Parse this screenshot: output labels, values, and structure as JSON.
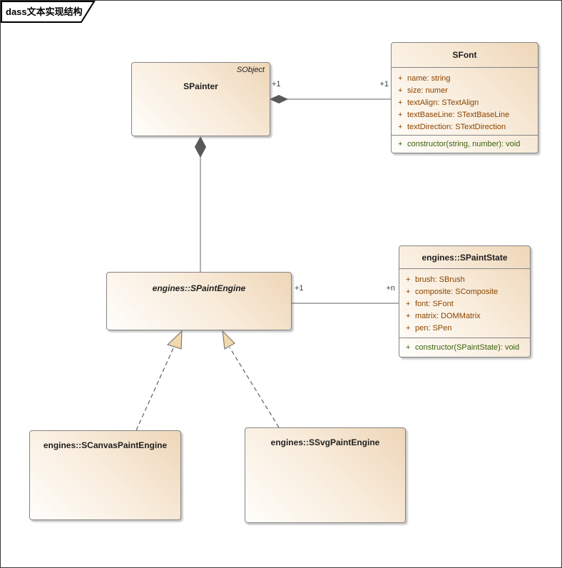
{
  "frame": {
    "tab_label": "dass文本实现结构"
  },
  "colors": {
    "box_border": "#848484",
    "title_text": "#1f1f1f",
    "attribute_text": "#8a4400",
    "operation_text": "#3a5f0b",
    "multiplicity_text": "#363c46",
    "line": "#7d7d7d",
    "line_dark": "#5f5f5f",
    "diamond": "#595959",
    "triangle_fill": "#f2d9ad"
  },
  "classes": {
    "spainter": {
      "name": "SPainter",
      "parent": "SObject"
    },
    "sfont": {
      "name": "SFont",
      "attributes": [
        {
          "vis": "+",
          "text": "name: string"
        },
        {
          "vis": "+",
          "text": "size: numer"
        },
        {
          "vis": "+",
          "text": "textAlign: STextAlign"
        },
        {
          "vis": "+",
          "text": "textBaseLine: STextBaseLine"
        },
        {
          "vis": "+",
          "text": "textDirection: STextDirection"
        }
      ],
      "operations": [
        {
          "vis": "+",
          "text": "constructor(string, number): void"
        }
      ]
    },
    "spaintengine": {
      "name": "engines::SPaintEngine"
    },
    "spaintstate": {
      "name": "engines::SPaintState",
      "attributes": [
        {
          "vis": "+",
          "text": "brush: SBrush"
        },
        {
          "vis": "+",
          "text": "composite: SComposite"
        },
        {
          "vis": "+",
          "text": "font: SFont"
        },
        {
          "vis": "+",
          "text": "matrix: DOMMatrix"
        },
        {
          "vis": "+",
          "text": "pen: SPen"
        }
      ],
      "operations": [
        {
          "vis": "+",
          "text": "constructor(SPaintState): void"
        }
      ]
    },
    "scanvaspaintengine": {
      "name": "engines::SCanvasPaintEngine"
    },
    "ssvgpaintengine": {
      "name": "engines::SSvgPaintEngine"
    }
  },
  "connectors": {
    "spainter_sfont": {
      "type": "composition",
      "source_label": "+1",
      "target_label": "+1"
    },
    "spainter_spaintengine": {
      "type": "composition"
    },
    "spaintengine_spaintstate": {
      "type": "association",
      "source_label": "+1",
      "target_label": "+n"
    },
    "scanvas_realizes_spaintengine": {
      "type": "realization"
    },
    "ssvg_realizes_spaintengine": {
      "type": "realization"
    }
  }
}
